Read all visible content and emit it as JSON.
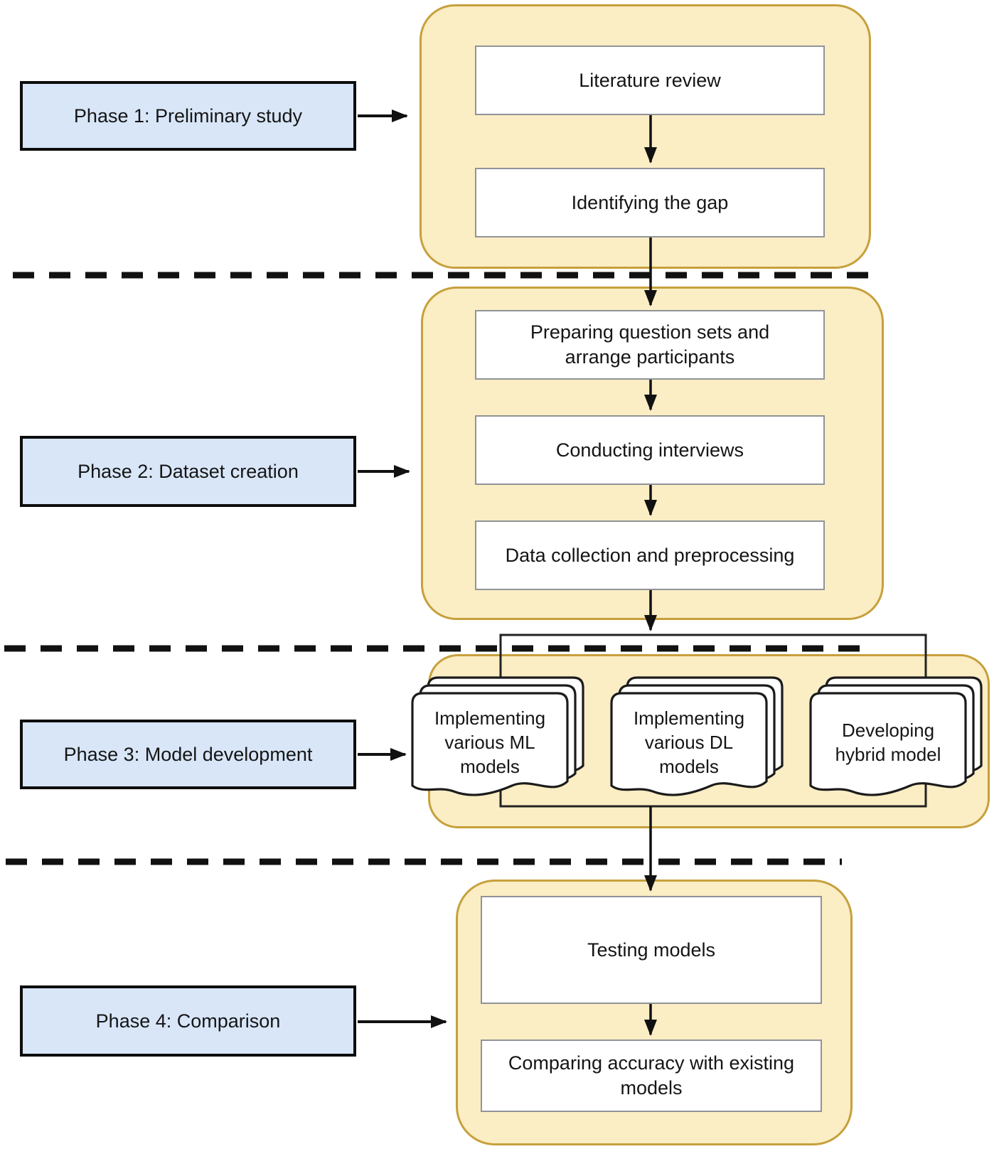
{
  "phases": [
    {
      "label": "Phase 1: Preliminary study",
      "steps": [
        "Literature review",
        "Identifying the gap"
      ]
    },
    {
      "label": "Phase 2: Dataset creation",
      "steps": [
        "Preparing question sets and arrange participants",
        "Conducting interviews",
        "Data collection and preprocessing"
      ]
    },
    {
      "label": "Phase 3: Model development",
      "documents": [
        "Implementing various ML models",
        "Implementing various DL models",
        "Developing hybrid model"
      ]
    },
    {
      "label": "Phase 4: Comparison",
      "steps": [
        "Testing models",
        "Comparing accuracy with existing models"
      ]
    }
  ],
  "colors": {
    "container_fill": "#FBEDC4",
    "container_border": "#C7A03C",
    "phase_fill": "#D8E6F8",
    "phase_border": "#0d0d0d",
    "step_border": "#909398",
    "line": "#111111"
  }
}
